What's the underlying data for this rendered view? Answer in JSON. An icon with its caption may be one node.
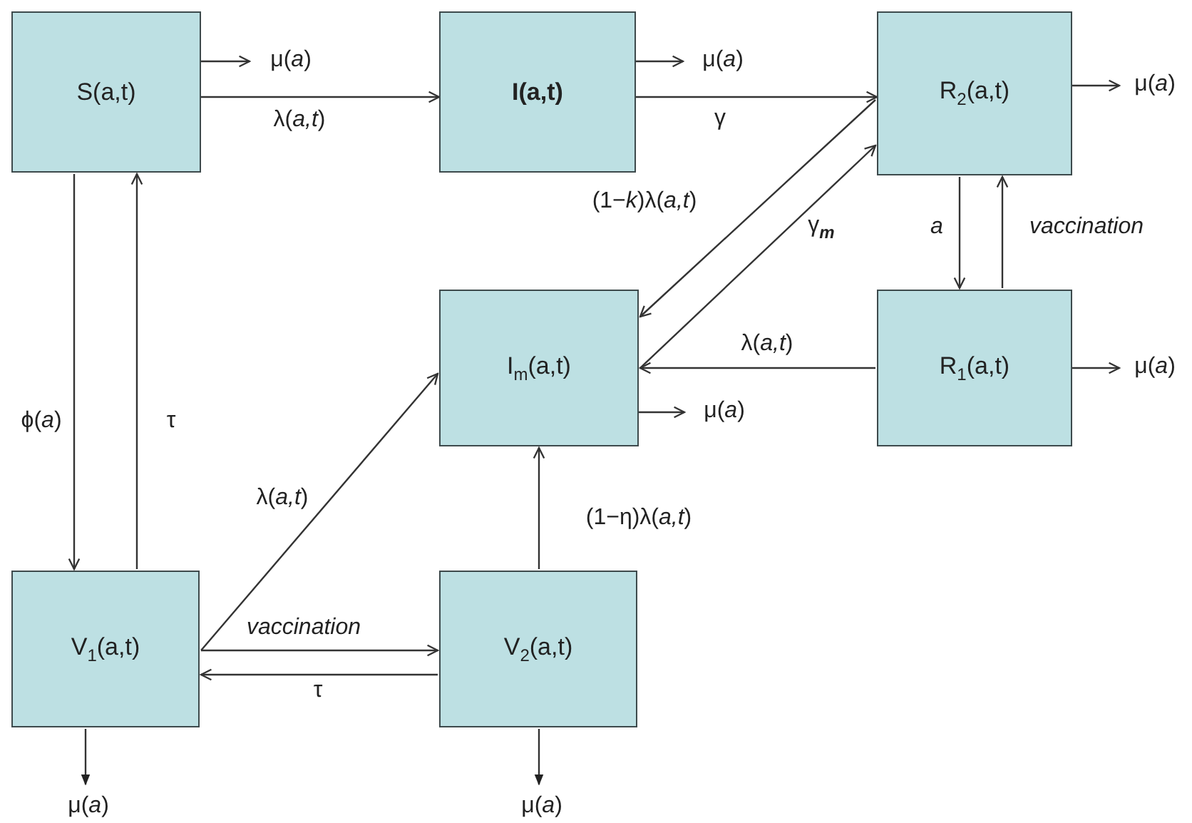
{
  "diagram": {
    "nodes": [
      {
        "text": [
          "S(a,t)"
        ]
      },
      {
        "text": [
          "**I(a,t)**"
        ]
      },
      {
        "text": [
          "R$_{2}$(a,t)"
        ]
      },
      {
        "text": [
          "I$_{m}$(a,t)"
        ]
      },
      {
        "text": [
          "R$_{1}$(a,t)"
        ]
      },
      {
        "text": [
          "V$_{1}$(a,t)"
        ]
      },
      {
        "text": [
          "V$_{2}$(a,t)"
        ]
      }
    ],
    "edges": [
      {
        "from": 0,
        "to": 1,
        "arrow": "to",
        "label": "λ(*a,t*)"
      },
      {
        "from": 1,
        "to": 2,
        "arrow": "to",
        "label": "γ"
      },
      {
        "from": 2,
        "to": 3,
        "arrow": "to",
        "label": "(1−*k*)λ(*a,t*)"
      },
      {
        "from": 3,
        "to": 2,
        "arrow": "to",
        "label": "γ$_{m}$"
      },
      {
        "from": 2,
        "to": 4,
        "arrow": "to",
        "label": "*a*"
      },
      {
        "from": 4,
        "to": 2,
        "arrow": "to",
        "label": "*vaccination*"
      },
      {
        "from": 4,
        "to": 3,
        "arrow": "to",
        "label": "λ(*a,t*)"
      },
      {
        "from": 0,
        "to": 5,
        "arrow": "to",
        "label": "ϕ(*a*)"
      },
      {
        "from": 5,
        "to": 0,
        "arrow": "to",
        "label": "τ"
      },
      {
        "from": 5,
        "to": 3,
        "arrow": "to",
        "label": "λ(*a,t*)"
      },
      {
        "from": 5,
        "to": 6,
        "arrow": "to",
        "label": "*vaccination*"
      },
      {
        "from": 6,
        "to": 5,
        "arrow": "to",
        "label": "τ"
      },
      {
        "from": 6,
        "to": 3,
        "arrow": "to",
        "label": "(1−η)λ(*a,t*)"
      },
      {
        "from": 0,
        "to": null,
        "arrow": "to",
        "label": "μ(*a*)"
      },
      {
        "from": 1,
        "to": null,
        "arrow": "to",
        "label": "μ(*a*)"
      },
      {
        "from": 2,
        "to": null,
        "arrow": "to",
        "label": "μ(*a*)"
      },
      {
        "from": 4,
        "to": null,
        "arrow": "to",
        "label": "μ(*a*)"
      },
      {
        "from": 3,
        "to": null,
        "arrow": "to",
        "label": "μ(*a*)"
      },
      {
        "from": 5,
        "to": null,
        "arrow": "to",
        "label": "μ(*a*)"
      },
      {
        "from": 6,
        "to": null,
        "arrow": "to",
        "label": "μ(*a*)"
      }
    ]
  }
}
